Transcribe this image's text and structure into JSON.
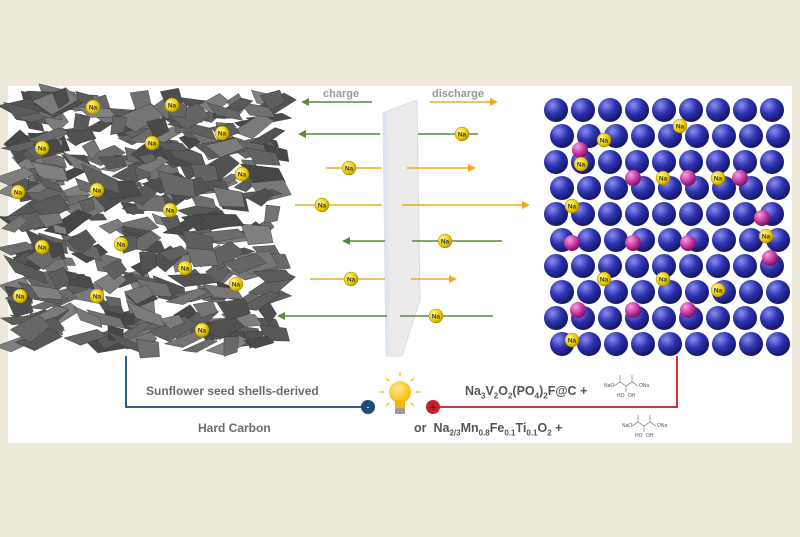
{
  "arrows": {
    "charge_label": "charge",
    "discharge_label": "discharge"
  },
  "ion_label": "Na",
  "anode": {
    "line1": "Sunflower seed shells-derived",
    "line2": "Hard Carbon"
  },
  "cathode": {
    "formula1": [
      {
        "t": "Na"
      },
      {
        "s": "3"
      },
      {
        "t": "V"
      },
      {
        "s": "2"
      },
      {
        "t": "O"
      },
      {
        "s": "2"
      },
      {
        "t": "(PO"
      },
      {
        "s": "4"
      },
      {
        "t": ")"
      },
      {
        "s": "2"
      },
      {
        "t": "F@C"
      }
    ],
    "plus": "+",
    "or": "or",
    "formula2": [
      {
        "t": "Na"
      },
      {
        "s": "2/3"
      },
      {
        "t": "Mn"
      },
      {
        "s": "0.8"
      },
      {
        "t": "Fe"
      },
      {
        "s": "0.1"
      },
      {
        "t": "Ti"
      },
      {
        "s": "0.1"
      },
      {
        "t": "O"
      },
      {
        "s": "2"
      }
    ]
  },
  "additive": {
    "left": "NaO",
    "right": "ONa",
    "bottom_left": "HO",
    "bottom_right": "OH"
  },
  "terminals": {
    "negative": "-",
    "positive": "+"
  },
  "colors": {
    "charge": "#5a8a3c",
    "discharge": "#f5a623",
    "negative": "#2e5f8f",
    "positive": "#d9303a",
    "sodium": "#f2d600",
    "sphere": "#2b2fa8",
    "dopant": "#c0309a"
  }
}
